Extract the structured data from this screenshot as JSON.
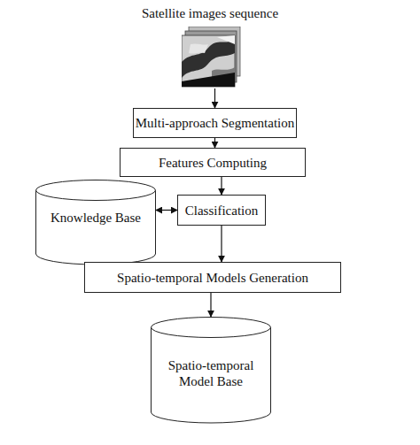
{
  "diagram": {
    "nodes": [
      {
        "text": [
          "Satellite images sequence"
        ]
      },
      {
        "text": [
          "Multi-approach Segmentation"
        ]
      },
      {
        "text": [
          "Features Computing"
        ]
      },
      {
        "text": [
          "Knowledge Base"
        ]
      },
      {
        "text": [
          "Classification"
        ]
      },
      {
        "text": [
          "Spatio-temporal Models Generation"
        ]
      },
      {
        "text": [
          "Spatio-temporal Model Base"
        ]
      }
    ],
    "edges": [
      {
        "from": 0,
        "to": 1,
        "arrow": "to"
      },
      {
        "from": 1,
        "to": 2,
        "arrow": "to"
      },
      {
        "from": 2,
        "to": 4,
        "arrow": "to"
      },
      {
        "from": 3,
        "to": 4,
        "arrow": "both"
      },
      {
        "from": 4,
        "to": 5,
        "arrow": "to"
      },
      {
        "from": 5,
        "to": 6,
        "arrow": "to"
      }
    ]
  }
}
